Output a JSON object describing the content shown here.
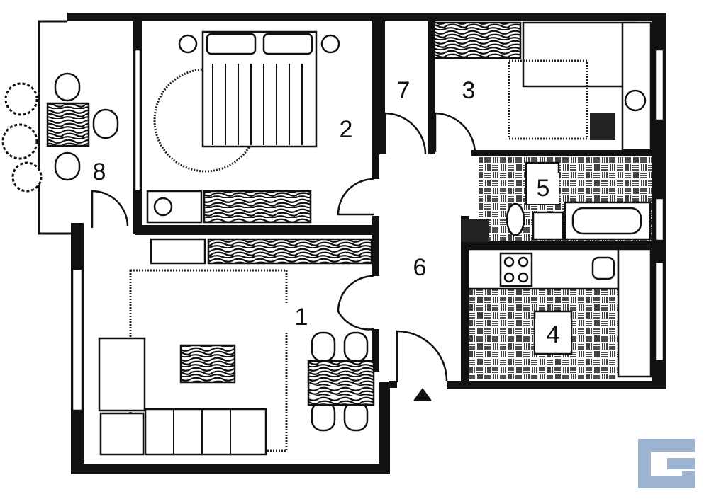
{
  "plan": {
    "rooms": [
      {
        "number": "1"
      },
      {
        "number": "2"
      },
      {
        "number": "3"
      },
      {
        "number": "4"
      },
      {
        "number": "5"
      },
      {
        "number": "6"
      },
      {
        "number": "7"
      },
      {
        "number": "8"
      }
    ],
    "entrance_marker": "triangle",
    "logo": {
      "letter": "G",
      "color": "#9db3d2"
    },
    "wall_color": "#111111",
    "background": "#ffffff"
  }
}
